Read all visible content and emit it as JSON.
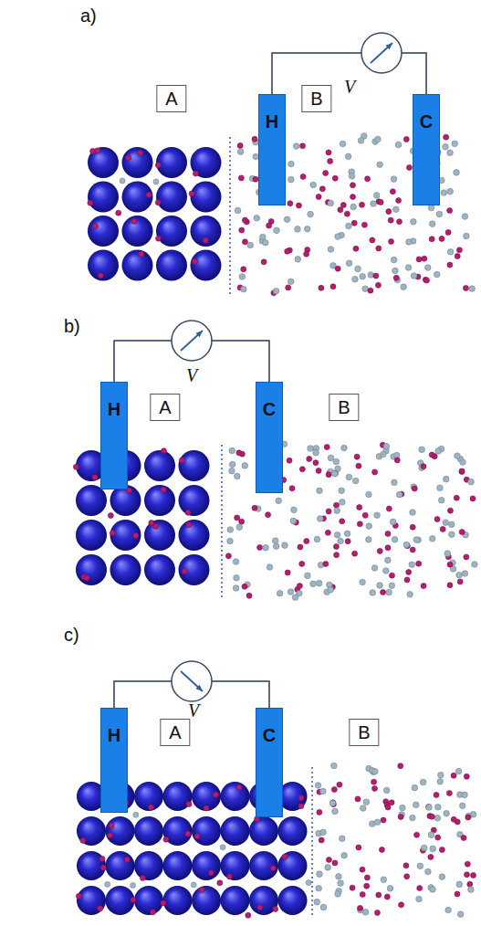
{
  "diagram": {
    "nodes": [
      {
        "text": [
          "V"
        ]
      },
      {
        "text": [
          "A"
        ]
      },
      {
        "text": [
          "H"
        ]
      },
      {
        "text": [
          "B"
        ]
      },
      {
        "text": [
          "C"
        ]
      },
      {
        "text": [
          "V"
        ]
      },
      {
        "text": [
          "H"
        ]
      },
      {
        "text": [
          "A"
        ]
      },
      {
        "text": [
          "C"
        ]
      },
      {
        "text": [
          "B"
        ]
      },
      {
        "text": [
          "V"
        ]
      },
      {
        "text": [
          "H"
        ]
      },
      {
        "text": [
          "A"
        ]
      },
      {
        "text": [
          "C"
        ]
      },
      {
        "text": [
          "B"
        ]
      }
    ],
    "edges": [
      {
        "from": 2,
        "to": 0,
        "arrow": "none"
      },
      {
        "from": 0,
        "to": 4,
        "arrow": "none"
      },
      {
        "from": 6,
        "to": 5,
        "arrow": "none"
      },
      {
        "from": 5,
        "to": 8,
        "arrow": "none"
      },
      {
        "from": 11,
        "to": 10,
        "arrow": "none"
      },
      {
        "from": 10,
        "to": 13,
        "arrow": "none"
      }
    ],
    "labels": [
      "a)",
      "b)",
      "c)"
    ]
  }
}
